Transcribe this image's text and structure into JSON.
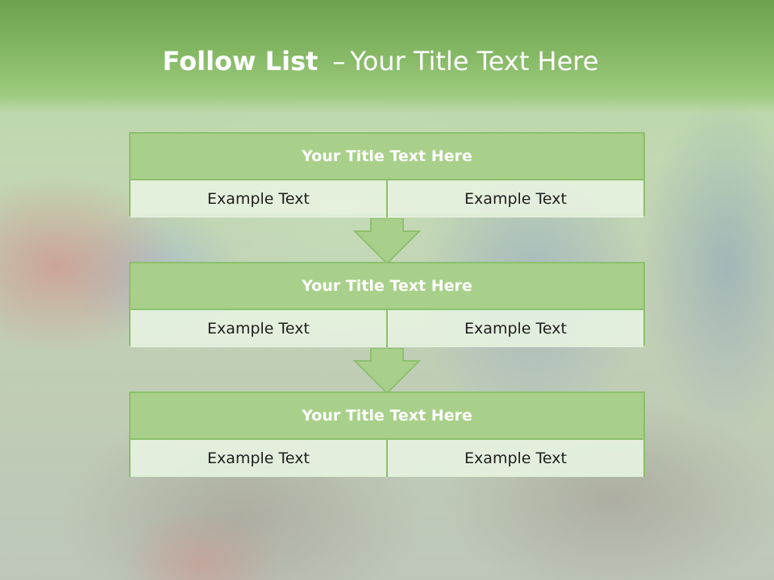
{
  "slide": {
    "title_bold": "Follow List",
    "title_separator": "–",
    "title_rest": "Your Title Text Here"
  },
  "blocks": [
    {
      "title": "Your Title Text Here",
      "left": "Example Text",
      "right": "Example Text"
    },
    {
      "title": "Your Title Text Here",
      "left": "Example Text",
      "right": "Example Text"
    },
    {
      "title": "Your Title Text Here",
      "left": "Example Text",
      "right": "Example Text"
    }
  ],
  "colors": {
    "accent": "#8dbf6e",
    "header_fill": "#a8d08a",
    "cell_fill": "#e6f2df",
    "banner": "#86b966"
  }
}
